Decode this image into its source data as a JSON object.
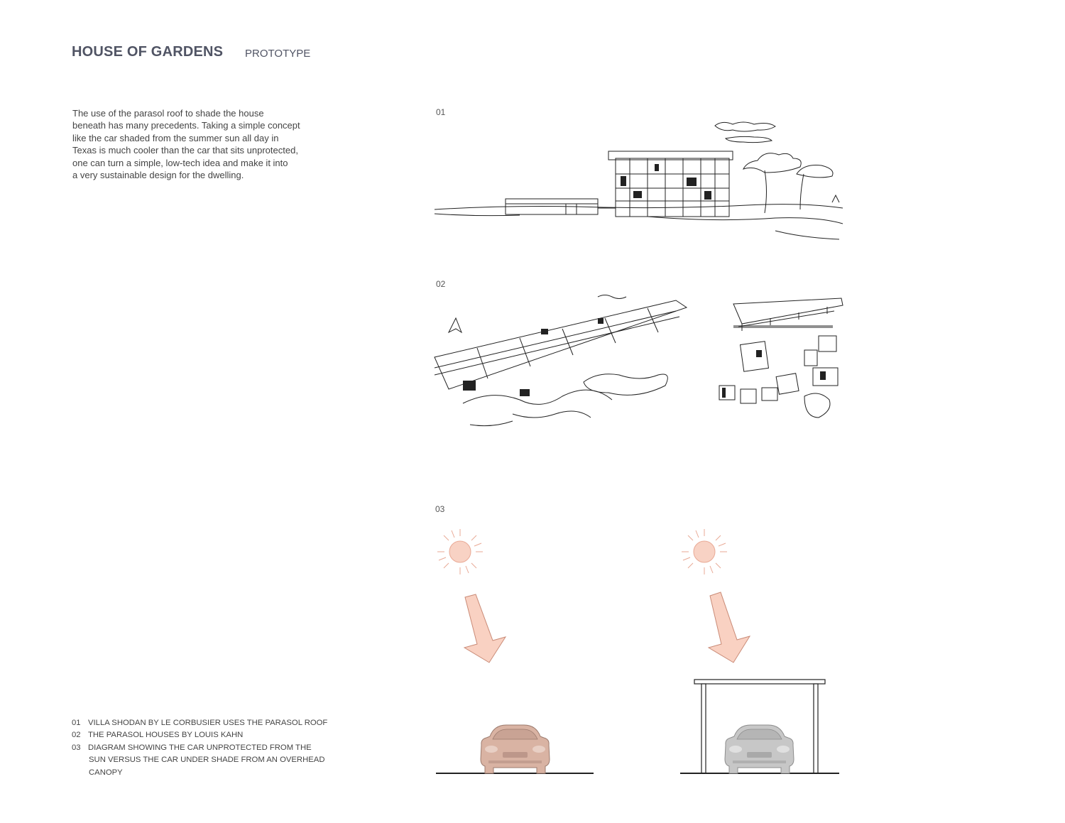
{
  "header": {
    "title": "HOUSE OF GARDENS",
    "subtitle": "PROTOTYPE"
  },
  "description": [
    "The use of the parasol roof to shade the house",
    "beneath has many precedents.  Taking a simple concept",
    "like the car shaded from the summer sun all day in",
    "Texas is much cooler than the car that sits unprotected,",
    "one can turn a simple, low-tech idea and make it into",
    "a very sustainable design for the dwelling."
  ],
  "figures": {
    "f1": "01",
    "f2": "02",
    "f3": "03"
  },
  "captions": [
    {
      "num": "01",
      "lines": [
        "VILLA SHODAN BY LE CORBUSIER USES THE PARASOL ROOF"
      ]
    },
    {
      "num": "02",
      "lines": [
        "THE PARASOL HOUSES BY LOUIS KAHN"
      ]
    },
    {
      "num": "03",
      "lines": [
        "DIAGRAM SHOWING THE CAR UNPROTECTED FROM THE",
        "SUN VERSUS THE CAR UNDER SHADE FROM AN OVERHEAD",
        "CANOPY"
      ]
    }
  ],
  "colors": {
    "sun": "#f8d2c4",
    "sun_stroke": "#e9a995",
    "arrow": "#f9d1c2",
    "arrow_stroke": "#c98a76",
    "car_hot": "#d9b3a3",
    "car_shade": "#c7c7c7"
  },
  "icons": [
    "sun-icon",
    "arrow-down-right-icon",
    "car-icon",
    "canopy-icon"
  ]
}
